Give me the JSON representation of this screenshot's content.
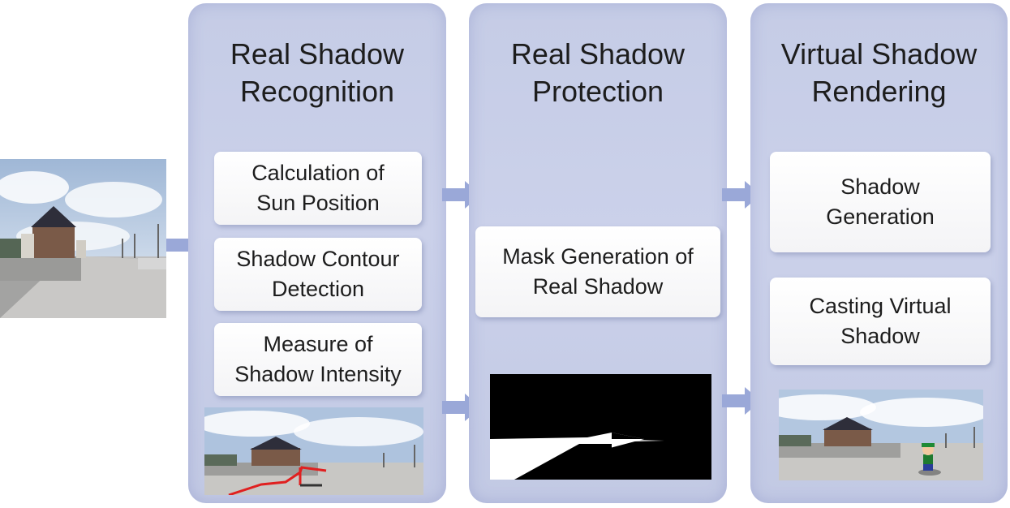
{
  "panels": [
    {
      "title": "Real Shadow\nRecognition",
      "steps": [
        "Calculation of\nSun Position",
        "Shadow Contour\nDetection",
        "Measure of\nShadow Intensity"
      ]
    },
    {
      "title": "Real Shadow\nProtection",
      "steps": [
        "Mask Generation of\nReal Shadow"
      ]
    },
    {
      "title": "Virtual Shadow\nRendering",
      "steps": [
        "Shadow\nGeneration",
        "Casting Virtual\nShadow"
      ]
    }
  ],
  "colors": {
    "panel": "#c5cce6",
    "arrow": "#9aa8d8",
    "contour": "#e02020"
  },
  "icons": [
    "arrow-right-icon"
  ]
}
